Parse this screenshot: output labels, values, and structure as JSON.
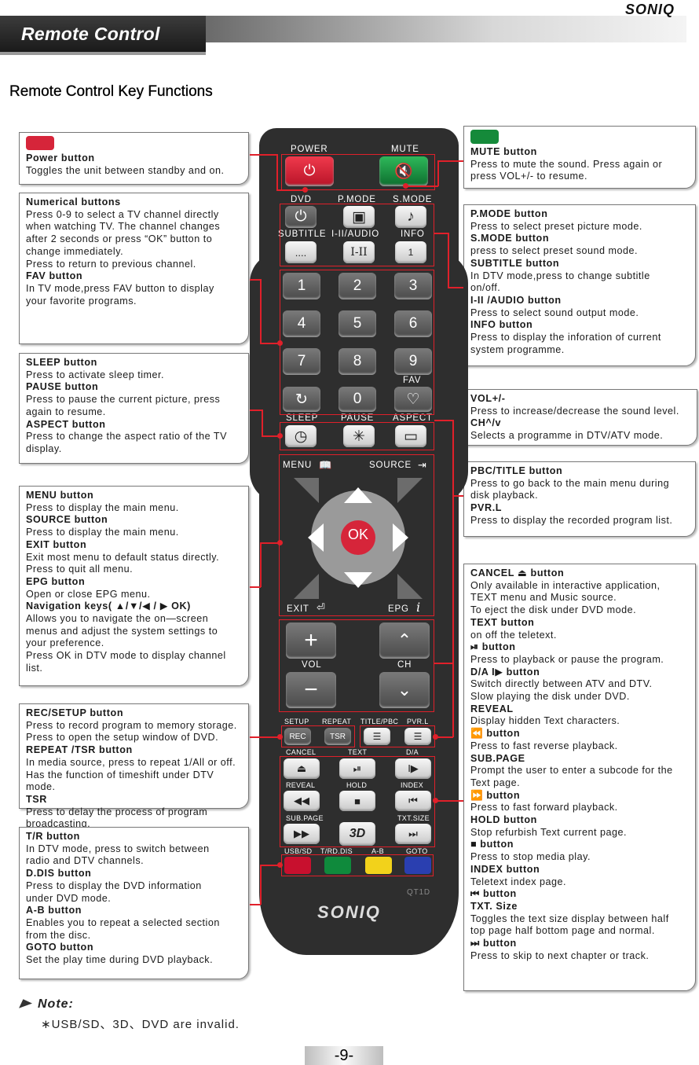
{
  "header": {
    "title": "Remote Control",
    "brand": "SONIQ"
  },
  "section_title": "Remote Control Key Functions",
  "left_boxes": {
    "power": [
      {
        "t": "Power button"
      },
      {
        "d": "Toggles the unit between standby and on."
      }
    ],
    "numerical": [
      {
        "t": "Numerical buttons"
      },
      {
        "d": "Press 0-9 to select a TV channel directly"
      },
      {
        "d": "when watching TV. The channel changes"
      },
      {
        "d": "after 2 seconds or press “OK” button to"
      },
      {
        "d": "change immediately."
      },
      {
        "d": "Press to return to previous channel."
      },
      {
        "t": "FAV button"
      },
      {
        "d": "In TV mode,press FAV button to display"
      },
      {
        "d": "your favorite programs."
      }
    ],
    "sleep": [
      {
        "t": "SLEEP button"
      },
      {
        "d": "Press to activate sleep timer."
      },
      {
        "t": "PAUSE button"
      },
      {
        "d": "Press to pause the current picture, press"
      },
      {
        "d": "again to resume."
      },
      {
        "t": "ASPECT button"
      },
      {
        "d": "Press to change the aspect ratio of the TV"
      },
      {
        "d": "display."
      }
    ],
    "menu": [
      {
        "t": "MENU button"
      },
      {
        "d": "Press to display the main menu."
      },
      {
        "t": "SOURCE button"
      },
      {
        "d": "Press to display the main menu."
      },
      {
        "t": "EXIT button"
      },
      {
        "d": "Exit most menu to default status directly."
      },
      {
        "d": "Press to quit all menu."
      },
      {
        "t": "EPG button"
      },
      {
        "d": "Open or close EPG menu."
      },
      {
        "t": "Navigation keys( ▲/▼/◀ / ▶ OK)"
      },
      {
        "d": "Allows you to navigate the on—screen"
      },
      {
        "d": "menus and adjust the system settings to"
      },
      {
        "d": "your preference."
      },
      {
        "d": "Press OK in DTV mode to display channel"
      },
      {
        "d": "list."
      }
    ],
    "rec": [
      {
        "t": "REC/SETUP button"
      },
      {
        "d": "Press to record program to memory storage."
      },
      {
        "d": "Press to open the setup window of DVD."
      },
      {
        "t": "REPEAT /TSR button"
      },
      {
        "d": "In media source, press to repeat 1/All or off."
      },
      {
        "d": "Has the function of timeshift under DTV mode."
      },
      {
        "t": "TSR"
      },
      {
        "d": "Press to delay the process of program broadcasting."
      }
    ],
    "tr": [
      {
        "t": "T/R button"
      },
      {
        "d": "In DTV mode, press to switch between"
      },
      {
        "d": "radio and DTV channels."
      },
      {
        "t": "D.DIS button"
      },
      {
        "d": "Press to display the DVD information"
      },
      {
        "d": "under DVD mode."
      },
      {
        "t": "A-B button"
      },
      {
        "d": "Enables you to repeat a selected section"
      },
      {
        "d": "from the disc."
      },
      {
        "t": "GOTO button"
      },
      {
        "d": "Set the play time during DVD playback."
      }
    ]
  },
  "right_boxes": {
    "mute": [
      {
        "t": "MUTE button"
      },
      {
        "d": "Press to mute the sound. Press again or"
      },
      {
        "d": "press VOL+/- to resume."
      }
    ],
    "pmode": [
      {
        "t": "P.MODE button"
      },
      {
        "d": "Press to select preset picture mode."
      },
      {
        "t": "S.MODE button"
      },
      {
        "d": "press to select preset sound mode."
      },
      {
        "t": "SUBTITLE button"
      },
      {
        "d": "In DTV mode,press to change subtitle"
      },
      {
        "d": "on/off."
      },
      {
        "t": "I-II  /AUDIO button"
      },
      {
        "d": "Press to select sound output mode."
      },
      {
        "t": "INFO button"
      },
      {
        "d": "Press to display the inforation of current"
      },
      {
        "d": "system programme."
      }
    ],
    "vol": [
      {
        "t": "VOL+/-"
      },
      {
        "d": "Press to increase/decrease the sound level."
      },
      {
        "t": "CH^/v"
      },
      {
        "d": "Selects a programme in DTV/ATV mode."
      }
    ],
    "pbc": [
      {
        "t": "PBC/TITLE button"
      },
      {
        "d": "Press to go back to the main menu during"
      },
      {
        "d": "disk playback."
      },
      {
        "t": "PVR.L"
      },
      {
        "d": "Press to display the recorded program list."
      }
    ],
    "cancel": [
      {
        "t": "CANCEL ⏏ button"
      },
      {
        "d": "Only available in interactive application,"
      },
      {
        "d": "TEXT menu and Music source."
      },
      {
        "d": "To eject the disk under DVD mode."
      },
      {
        "t": "TEXT button"
      },
      {
        "d": "on  off the teletext."
      },
      {
        "t": "⏯ button"
      },
      {
        "d": "Press to playback or pause the program."
      },
      {
        "t": "D/A I▶ button"
      },
      {
        "d": "Switch directly between ATV and DTV."
      },
      {
        "d": "Slow playing the disk under DVD."
      },
      {
        "t": "REVEAL"
      },
      {
        "d": "Display hidden Text characters."
      },
      {
        "t": "⏪ button"
      },
      {
        "d": "Press to fast reverse playback."
      },
      {
        "t": "SUB.PAGE"
      },
      {
        "d": "Prompt the user to enter a subcode for the"
      },
      {
        "d": "Text page."
      },
      {
        "t": "⏩ button"
      },
      {
        "d": "Press to fast forward playback."
      },
      {
        "t": "HOLD button"
      },
      {
        "d": "Stop refurbish Text current page."
      },
      {
        "t": "■ button"
      },
      {
        "d": "Press to stop media play."
      },
      {
        "t": "INDEX button"
      },
      {
        "d": "Teletext index page."
      },
      {
        "t": "⏮ button"
      },
      {
        "d": " "
      },
      {
        "t": "TXT. Size"
      },
      {
        "d": "Toggles the text size display between half"
      },
      {
        "d": "top page half bottom page and normal."
      },
      {
        "t": "⏭ button"
      },
      {
        "d": "Press to skip to next chapter or track."
      }
    ]
  },
  "remote": {
    "labels": {
      "power": "POWER",
      "mute": "MUTE",
      "dvd": "DVD",
      "pmode": "P.MODE",
      "smode": "S.MODE",
      "subtitle": "SUBTITLE",
      "audio": "I-II/AUDIO",
      "info": "INFO",
      "fav": "FAV",
      "sleep": "SLEEP",
      "pause": "PAUSE",
      "aspect": "ASPECT",
      "menu": "MENU",
      "source": "SOURCE",
      "exit": "EXIT",
      "epg": "EPG",
      "vol": "VOL",
      "ch": "CH",
      "ok": "OK",
      "setup": "SETUP",
      "repeat": "REPEAT",
      "title_pbc": "TITLE/PBC",
      "pvr_l": "PVR.L",
      "cancel": "CANCEL",
      "text": "TEXT",
      "da": "D/A",
      "reveal": "REVEAL",
      "hold": "HOLD",
      "index": "INDEX",
      "sub_page": "SUB.PAGE",
      "txt_size": "TXT.SIZE",
      "usb_sd": "USB/SD",
      "trd_dis": "T/RD.DIS",
      "ab": "A-B",
      "goto": "GOTO",
      "rec": "REC",
      "tsr": "TSR",
      "subtitle_btn": "....",
      "audio_btn": "I-II",
      "info_btn": "1",
      "3d": "3D",
      "model": "QT1D",
      "brand": "SONIQ"
    },
    "digits": [
      "1",
      "2",
      "3",
      "4",
      "5",
      "6",
      "7",
      "8",
      "9",
      "0"
    ],
    "color_keys": [
      "#c8102e",
      "#0f8a3c",
      "#f2d21b",
      "#2a3fb0"
    ]
  },
  "note": {
    "label": "Note:",
    "text": "∗USB/SD、3D、DVD are invalid."
  },
  "page_number": "-9-"
}
